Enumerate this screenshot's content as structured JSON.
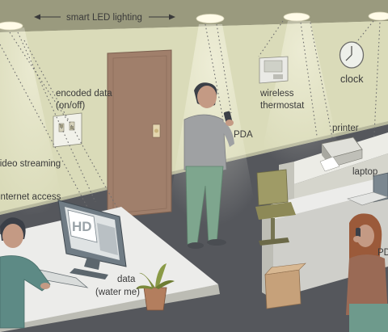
{
  "labels": {
    "ceiling": "smart LED lighting",
    "encoded_data": [
      "encoded data",
      "(on/off)"
    ],
    "video_streaming": "video streaming",
    "internet_access": "internet access",
    "pda": "PDA",
    "wireless_thermostat": [
      "wireless",
      "thermostat"
    ],
    "clock": "clock",
    "printer": "printer",
    "laptop": "laptop",
    "pda_right": "PDA",
    "water_data": [
      "data",
      "(water me)"
    ],
    "hd_screen": "HD"
  },
  "colors": {
    "ceiling": "#9a9a7e",
    "wall": "#d9dbba",
    "floor": "#55575c",
    "door": "#a07f6b",
    "desk": "#e6e6e2",
    "shirt_teal": "#5d8a85",
    "pants_green": "#7da58d",
    "light_glow": "#fffbe8"
  },
  "icons": [
    "led-light-icon",
    "arrow-left-icon",
    "arrow-right-icon",
    "clock-icon",
    "thermostat-icon",
    "light-switch-icon",
    "door-icon",
    "printer-icon",
    "laptop-icon",
    "monitor-icon",
    "keyboard-icon",
    "plant-icon",
    "chair-icon",
    "box-icon"
  ]
}
